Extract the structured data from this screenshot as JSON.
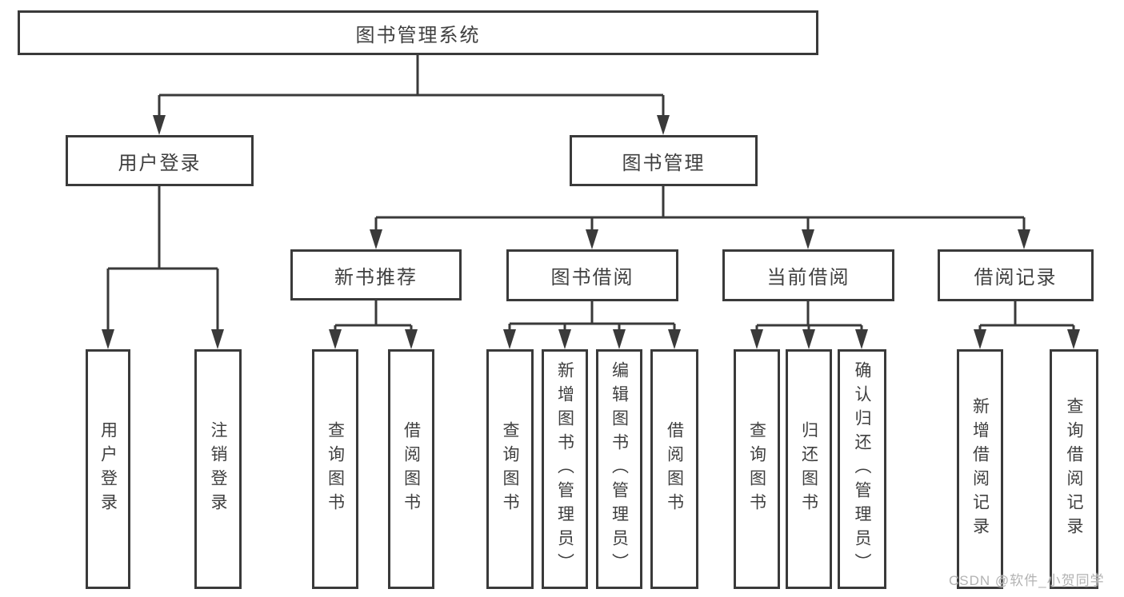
{
  "colors": {
    "line": "#3a3a3a",
    "text": "#3f3f3f",
    "background": "#ffffff",
    "watermark": "#b3b3b3"
  },
  "tree": {
    "root": {
      "label": "图书管理系统",
      "children": [
        {
          "label": "用户登录",
          "children": [
            {
              "label": "用户登录"
            },
            {
              "label": "注销登录"
            }
          ]
        },
        {
          "label": "图书管理",
          "children": [
            {
              "label": "新书推荐",
              "children": [
                {
                  "label": "查询图书"
                },
                {
                  "label": "借阅图书"
                }
              ]
            },
            {
              "label": "图书借阅",
              "children": [
                {
                  "label": "查询图书"
                },
                {
                  "label": "新增图书（管理员）"
                },
                {
                  "label": "编辑图书（管理员）"
                },
                {
                  "label": "借阅图书"
                }
              ]
            },
            {
              "label": "当前借阅",
              "children": [
                {
                  "label": "查询图书"
                },
                {
                  "label": "归还图书"
                },
                {
                  "label": "确认归还（管理员）"
                }
              ]
            },
            {
              "label": "借阅记录",
              "children": [
                {
                  "label": "新增借阅记录"
                },
                {
                  "label": "查询借阅记录"
                }
              ]
            }
          ]
        }
      ]
    }
  },
  "watermark": {
    "text": "CSDN @软件_小贺同学"
  }
}
